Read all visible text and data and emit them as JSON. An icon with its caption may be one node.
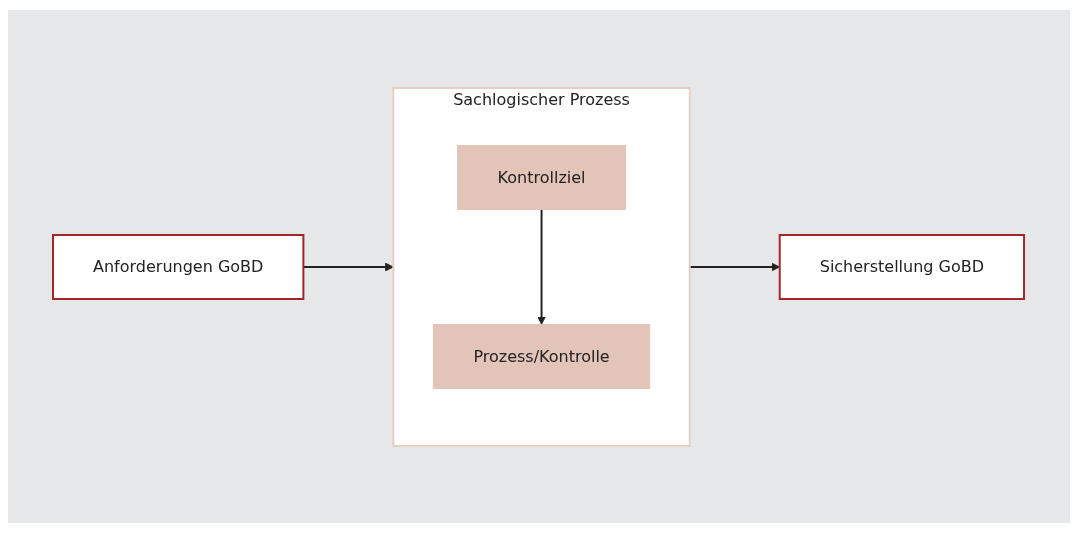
{
  "diagram": {
    "nodes": [
      {
        "text": [
          "Anforderungen GoBD"
        ]
      },
      {
        "text": [
          "Sicherstellung GoBD"
        ]
      },
      {
        "text": [
          "Sachlogischer Prozess"
        ]
      },
      {
        "text": [
          "Kontrollziel"
        ],
        "in": 2
      },
      {
        "text": [
          "Prozess/Kontrolle"
        ],
        "in": 2
      }
    ],
    "edges": [
      {
        "from": 0,
        "to": 2,
        "arrow": "to"
      },
      {
        "from": 2,
        "to": 1,
        "arrow": "to"
      },
      {
        "from": 3,
        "to": 4,
        "arrow": "to"
      }
    ]
  }
}
